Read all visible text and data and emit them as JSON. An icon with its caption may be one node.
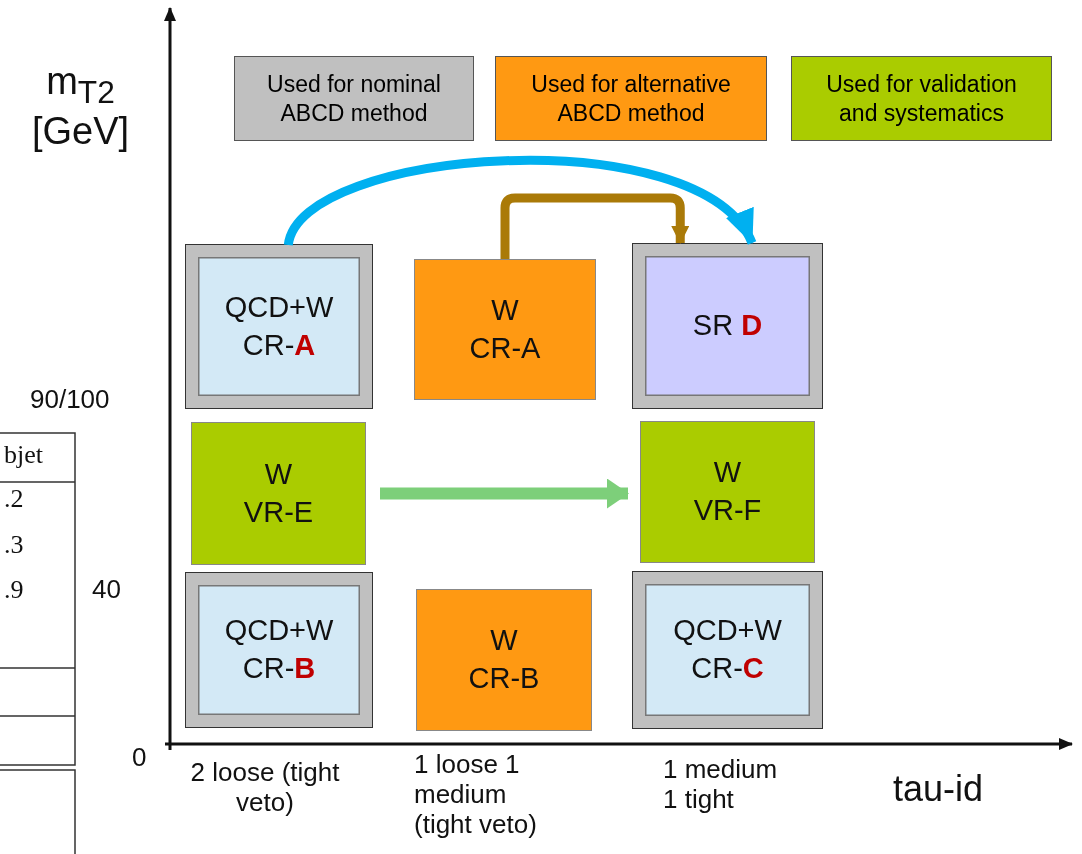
{
  "diagram": {
    "nodes": [
      {
        "text": [
          "QCD+W CR-**A**"
        ]
      },
      {
        "text": [
          "W CR-A"
        ]
      },
      {
        "text": [
          "SR **D**"
        ]
      },
      {
        "text": [
          "W VR-E"
        ]
      },
      {
        "text": [
          "W VR-F"
        ]
      },
      {
        "text": [
          "QCD+W CR-**B**"
        ]
      },
      {
        "text": [
          "W CR-B"
        ]
      },
      {
        "text": [
          "QCD+W CR-**C**"
        ]
      }
    ],
    "edges": [
      {
        "from": 0,
        "to": 2,
        "arrow": "to",
        "color": "#00b0f0"
      },
      {
        "from": 1,
        "to": 2,
        "arrow": "to",
        "color": "#aa7a08"
      },
      {
        "from": 3,
        "to": 4,
        "arrow": "to",
        "color": "#7dcf7a"
      }
    ],
    "labels": [
      "m$_{T2}$ [GeV]",
      "90/100",
      "bjet",
      ".2",
      ".3",
      ".9",
      "40",
      "0",
      "2 loose (tight veto)",
      "1 loose 1 medium (tight veto)",
      "1 medium 1 tight",
      "tau-id"
    ],
    "legend": [
      {
        "text": "Used for nominal ABCD method",
        "color": "#c0c0c0"
      },
      {
        "text": "Used for alternative ABCD method",
        "color": "#ff9912"
      },
      {
        "text": "Used for validation and systematics",
        "color": "#aacc00"
      }
    ]
  }
}
